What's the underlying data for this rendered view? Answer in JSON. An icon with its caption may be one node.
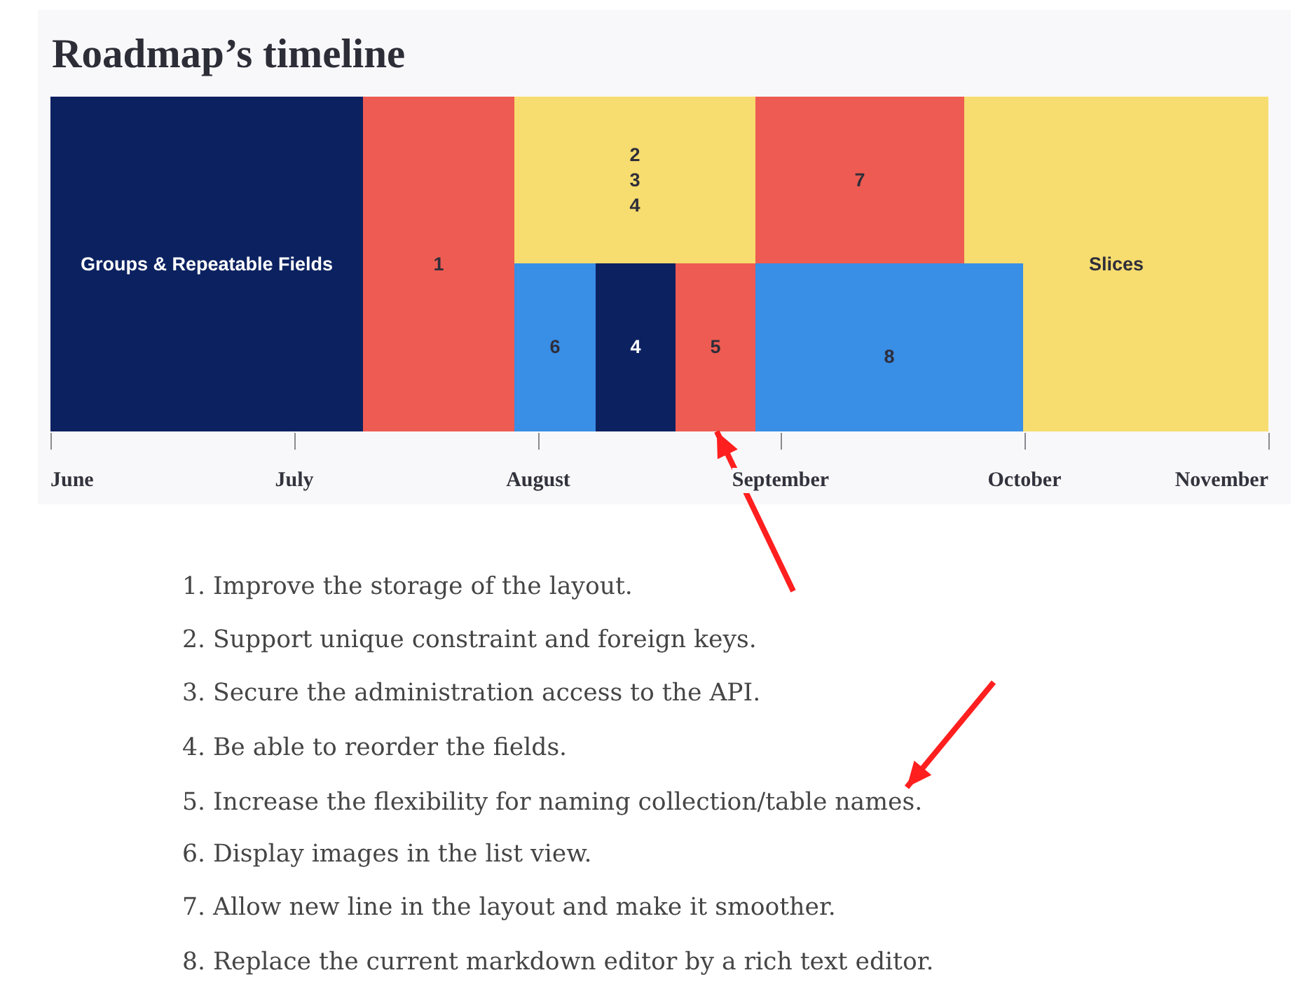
{
  "diagram": {
    "title": "Roadmap’s timeline",
    "nodes": [
      {
        "text": [
          "Groups & Repeatable Fields"
        ]
      },
      {
        "text": [
          "1"
        ]
      },
      {
        "text": [
          "2",
          "3",
          "4"
        ]
      },
      {
        "text": [
          "7"
        ]
      },
      {
        "text": [
          "Slices"
        ]
      },
      {
        "text": [
          "6"
        ]
      },
      {
        "text": [
          "4"
        ]
      },
      {
        "text": [
          "5"
        ]
      },
      {
        "text": [
          "8"
        ]
      },
      {
        "text": [
          "5. Increase the flexibility for naming collection/table names."
        ]
      }
    ],
    "edges": [
      {
        "from": null,
        "to": 7,
        "arrow": "to"
      },
      {
        "from": null,
        "to": 9,
        "arrow": "to"
      }
    ],
    "labels": [
      "June",
      "July",
      "August",
      "September",
      "October",
      "November",
      "1. Improve the storage of the layout.",
      "2. Support unique constraint and foreign keys.",
      "3. Secure the administration access to the API.",
      "4. Be able to reorder the fields.",
      "6. Display images in the list view.",
      "7. Allow new line in the layout and make it smoother.",
      "8. Replace the current markdown editor by a rich text editor."
    ]
  }
}
